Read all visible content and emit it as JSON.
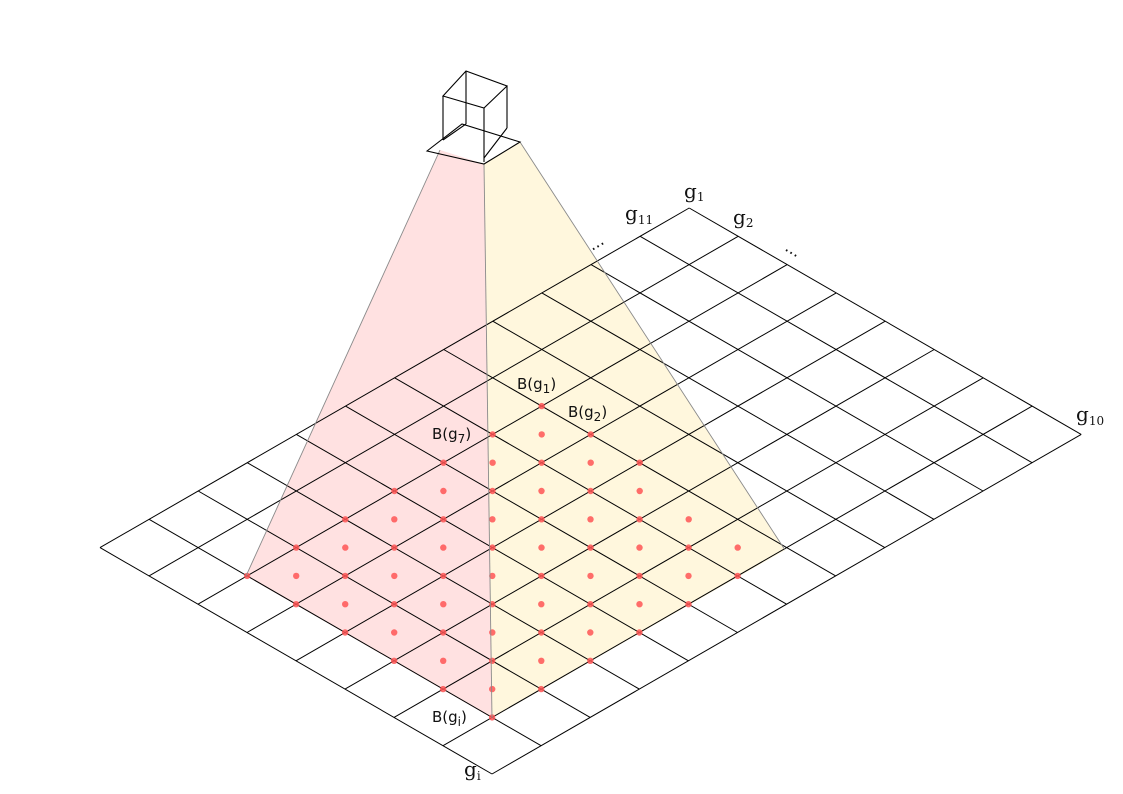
{
  "diagram": {
    "colors": {
      "left_face": "#ffdede",
      "right_face": "#fff6d9",
      "grid": "#000000",
      "ray_dot": "#ff5555",
      "cone_edge": "#8a8a8a"
    },
    "grid_labels": [
      {
        "id": "g1",
        "base": "g",
        "sub": "1"
      },
      {
        "id": "g2",
        "base": "g",
        "sub": "2"
      },
      {
        "id": "g11",
        "base": "g",
        "sub": "11"
      },
      {
        "id": "g10",
        "base": "g",
        "sub": "10"
      },
      {
        "id": "gi",
        "base": "g",
        "sub": "i"
      }
    ],
    "ellipsis": "...",
    "b_labels": [
      {
        "id": "bg1",
        "prefix": "B(g",
        "sub": "1",
        "suffix": ")"
      },
      {
        "id": "bg2",
        "prefix": "B(g",
        "sub": "2",
        "suffix": ")"
      },
      {
        "id": "bg7",
        "prefix": "B(g",
        "sub": "7",
        "suffix": ")"
      },
      {
        "id": "bgi",
        "prefix": "B(g",
        "sub": "i",
        "suffix": ")"
      }
    ],
    "icons": {
      "camera": "camera-cube-icon"
    }
  }
}
